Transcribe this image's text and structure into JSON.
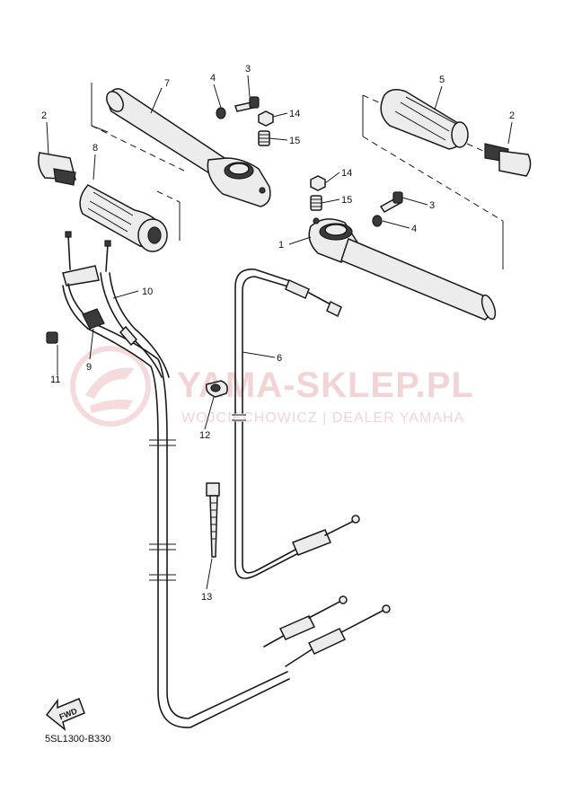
{
  "diagram_code": "5SL1300-B330",
  "watermark": {
    "title": "YAMA-SKLEP.PL",
    "subtitle": "WOJCIECHOWICZ | DEALER YAMAHA"
  },
  "fwd_label": "FWD",
  "callouts": {
    "c1": "1",
    "c2a": "2",
    "c2b": "2",
    "c3a": "3",
    "c3b": "3",
    "c4a": "4",
    "c4b": "4",
    "c5": "5",
    "c6": "6",
    "c7": "7",
    "c8": "8",
    "c9": "9",
    "c10": "10",
    "c11": "11",
    "c12": "12",
    "c13": "13",
    "c14a": "14",
    "c14b": "14",
    "c15a": "15",
    "c15b": "15"
  },
  "colors": {
    "line": "#1a1a1a",
    "watermark": "#e9b1b1"
  }
}
